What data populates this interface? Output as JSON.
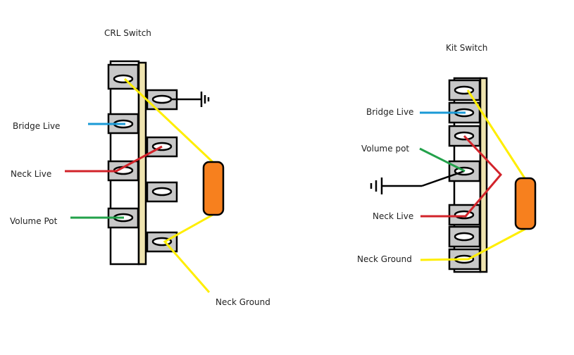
{
  "left": {
    "title": "CRL Switch",
    "labels": {
      "bridge_live": "Bridge Live",
      "neck_live": "Neck Live",
      "volume_pot": "Volume Pot",
      "neck_ground": "Neck Ground"
    }
  },
  "right": {
    "title": "Kit Switch",
    "labels": {
      "bridge_live": "Bridge Live",
      "volume_pot": "Volume pot",
      "neck_live": "Neck Live",
      "neck_ground": "Neck Ground"
    }
  },
  "colors": {
    "blue": "#1a9ad6",
    "red": "#d2232a",
    "green": "#22a14a",
    "yellow": "#ffee00",
    "orange": "#f7801e",
    "lug": "#c8c8c8",
    "board": "#efe4b0"
  }
}
